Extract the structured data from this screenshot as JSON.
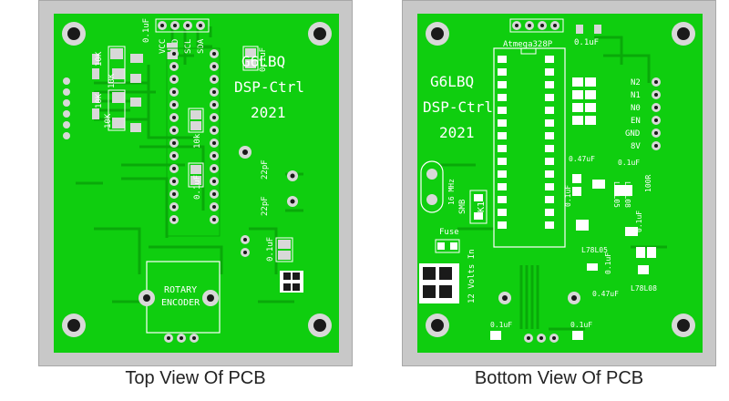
{
  "captions": {
    "top": "Top View Of PCB",
    "bottom": "Bottom View Of PCB"
  },
  "top_board": {
    "title_lines": [
      "G6LBQ",
      "DSP-Ctrl",
      "2021"
    ],
    "header_pins": [
      "VCC",
      "GND",
      "SCL",
      "SDA"
    ],
    "labels": {
      "cap_top": "0.1uF",
      "cap_right_top": "0.1uF",
      "res_a": "10K",
      "res_b": "10K",
      "res_c": "10K",
      "res_d": "10K",
      "res_k": "10k",
      "cap_mid": "0.1uF",
      "cap_22_a": "22pF",
      "cap_22_b": "22pF",
      "cap_bottom": "0.1uF",
      "rotary_1": "ROTARY",
      "rotary_2": "ENCODER"
    }
  },
  "bottom_board": {
    "title_lines": [
      "G6LBQ",
      "DSP-Ctrl",
      "2021"
    ],
    "chip_label": "Atmega328P",
    "right_pins": [
      "N2",
      "N1",
      "N0",
      "EN",
      "GND",
      "8V"
    ],
    "labels": {
      "cap_top": "0.1uF",
      "crystal": "16 MHz",
      "smb": "SMB",
      "relay": "K1",
      "fuse": "Fuse",
      "volts": "12 Volts In",
      "cap_047_a": "0.47uF",
      "cap_01_a": "0.1uF",
      "reg_a": "L78L05",
      "reg_b": "L78L08",
      "reg_c": "L78L05",
      "res_100r": "100R",
      "cap_01_b": "0.1uF",
      "cap_01_c": "0.1uF",
      "cap_047_b": "0.47uF",
      "cap_01_d": "0.1uF",
      "cap_01_e": "0.1uF",
      "cap_01_f": "0.1uF"
    }
  },
  "colors": {
    "board_green": "#0fce0f",
    "trace_green": "#09a909",
    "silk": "#ffffff",
    "pad": "#d8d8d8",
    "hole": "#1a1a1a",
    "frame": "#c8c8c8"
  }
}
